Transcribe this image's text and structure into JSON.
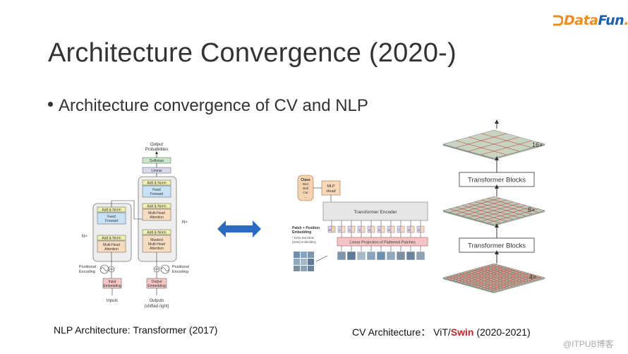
{
  "logo": {
    "part_orange": "Data",
    "part_blue": "Fun",
    "dot": "."
  },
  "slide": {
    "title": "Architecture Convergence (2020-)",
    "bullet": "Architecture convergence of CV and NLP",
    "caption_nlp": "NLP Architecture: Transformer (2017)",
    "caption_cv_prefix": "CV Architecture： ViT/",
    "caption_cv_swin": "Swin",
    "caption_cv_suffix": " (2020-2021)"
  },
  "transformer": {
    "output_probabilities": [
      "Output",
      "Probabilities"
    ],
    "softmax": "Softmax",
    "linear": "Linear",
    "add_norm": "Add & Norm",
    "feed_forward": [
      "Feed",
      "Forward"
    ],
    "multi_head_attention": [
      "Multi-Head",
      "Attention"
    ],
    "masked_attention": [
      "Masked",
      "Multi-Head",
      "Attention"
    ],
    "nx": "N×",
    "positional_encoding": [
      "Positional",
      "Encoding"
    ],
    "input_embedding": [
      "Input",
      "Embedding"
    ],
    "output_embedding": [
      "Output",
      "Embedding"
    ],
    "inputs": "Inputs",
    "outputs": [
      "Outputs",
      "(shifted right)"
    ]
  },
  "vit": {
    "class_box": [
      "Class",
      "Bird",
      "Ball",
      "Car",
      "..."
    ],
    "mlp_head": [
      "MLP",
      "Head"
    ],
    "encoder": "Transformer Encoder",
    "patch_embedding": [
      "Patch + Position",
      "Embedding"
    ],
    "extra_token": [
      "* Extra learnable",
      "[class] embedding"
    ],
    "linear_projection": "Linear Projection of Flattened Patches",
    "token_labels": [
      "0*",
      "1",
      "2",
      "3",
      "4",
      "5",
      "6",
      "7",
      "8",
      "9"
    ]
  },
  "swin": {
    "blocks_label": "Transformer Blocks",
    "scales": [
      "16×",
      "8×",
      "4×"
    ]
  },
  "watermark": "@ITPUB博客",
  "colors": {
    "accent_red": "#c1272d",
    "arrow_blue": "#2a6bc4",
    "logo_orange": "#f28c1b",
    "logo_blue": "#1b5fae"
  }
}
